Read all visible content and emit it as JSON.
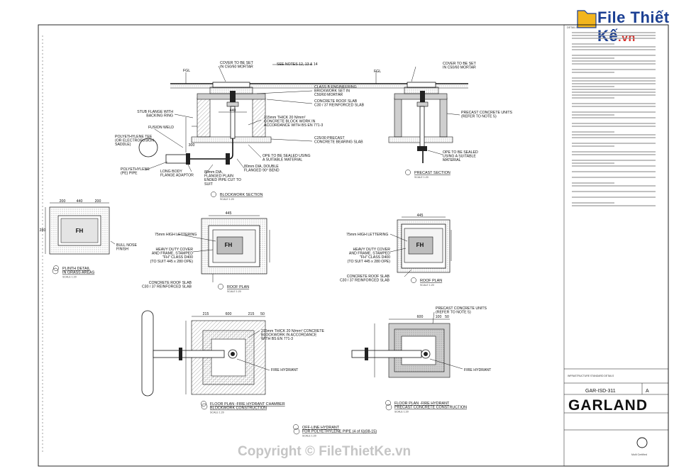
{
  "watermark": "Copyright © FileThietKe.vn",
  "logo": {
    "brand": "File Thiết Kế",
    "suffix": ".vn"
  },
  "title_block": {
    "brand": "GARLAND",
    "drawing_no": "GAR-ISD-311",
    "revision": "A",
    "mark": "Multi Certified",
    "title": "INFRASTRUCTURE STANDARD DETAILS"
  },
  "labels": {
    "cover_left": "COVER TO BE SET\nIN C50/60 MORTAR",
    "see_notes": "SEE NOTES 12, 13 & 14",
    "fgl_left": "FGL",
    "brickwork": "CLASS B ENGINEERING\nBRICKWORK SET IN\nC50/60 MORTAR",
    "fgl_right": "FGL",
    "cover_right": "COVER TO BE SET\nIN C50/60 MORTAR",
    "stub_flange": "STUB FLANGE WITH\nBACKING RING",
    "roof_slab": "CONCRETE ROOF SLAB\nC30 / 37 REINFORCED SLAB",
    "precast_units": "PRECAST CONCRETE UNITS\n(REFER TO NOTE 5)",
    "fusion_weld": "FUSION WELD",
    "block_work": "215mm THICK 20 N/mm²\nCONCRETE BLOCK WORK IN\nACCORDANCE WITH BS EN 771-3",
    "pe_tee": "POLYETHYLENE TEE\n(OR ELECTROFUSION\nSADDLE)",
    "bearing_slab": "C25/30 PRECAST\nCONCRETE BEARING SLAB",
    "pe_pipe": "POLYETHYLENE\n(PE) PIPE",
    "long_body": "LONG BODY\nFLANGE ADAPTOR",
    "flanged_pipe": "80mm DIA,\nFLANGED PLAIN\nENDED PIPE CUT TO\nSUIT",
    "double_bend": "80mm DIA, DOUBLE\nFLANGED 90° BEND",
    "ope_left": "OPE TO BE SEALED USING\nA SUITABLE MATERIAL",
    "ope_right": "OPE TO BE SEALED\nUSING A SUITABLE\nMATERIAL",
    "lettering_left": "75mm HIGH LETTERING",
    "lettering_right": "75mm HIGH LETTERING",
    "cover_frame_left": "HEAVY DUTY COVER\nAND FRAME, STAMPED\n\"FH\" CLASS D400\n(TO SUIT 445 x 280 OPE)",
    "cover_frame_right": "HEAVY DUTY COVER\nAND FRAME, STAMPED\n\"FH\" CLASS D400\n(TO SUIT 445 x 280 OPE)",
    "bull_nose": "BULL NOSE\nFINISH",
    "roof_slab_left": "CONCRETE ROOF SLAB\nC30 / 37 REINFORCED SLAB",
    "roof_slab_right": "CONCRETE ROOF SLAB\nC30 / 37 REINFORCED SLAB",
    "precast_units2": "PRECAST CONCRETE UNITS\n(REFER TO NOTE 5)",
    "block_work2": "215mm THICK 20 N/mm² CONCRETE\nBLOCKWORK IN ACCORDANCE\nWITH BS EN 771-3",
    "fire_hydrant_left": "FIRE HYDRANT",
    "fire_hydrant_right": "FIRE HYDRANT",
    "fh": "FH"
  },
  "titles": {
    "blockwork_section": "BLOCKWORK SECTION",
    "precast_section": "PRECAST SECTION",
    "plinth_detail": "PLINTH DETAIL\nIN GRASS AREAS",
    "roof_plan_left": "ROOF PLAN",
    "roof_plan_right": "ROOF PLAN",
    "floor_plan_block": "FLOOR PLAN -FIRE HYDRANT CHAMBER\nBLOCKWORK CONSTRUCTION",
    "floor_plan_precast": "FLOOR PLAN -FIRE HYDRANT\nPRECAST CONCRETE CONSTRUCTION",
    "offline": "OFF-LINE HYDRANT\nFOR POLYETHYLENE PIPE (4 of 6)(08-15)",
    "scale": "SCALE 1:20"
  },
  "dims": {
    "d445": "445",
    "d440": "440",
    "d200": "200",
    "d300": "300",
    "d280": "280",
    "d215": "215",
    "d600": "600",
    "d50": "50",
    "d100": "100"
  }
}
